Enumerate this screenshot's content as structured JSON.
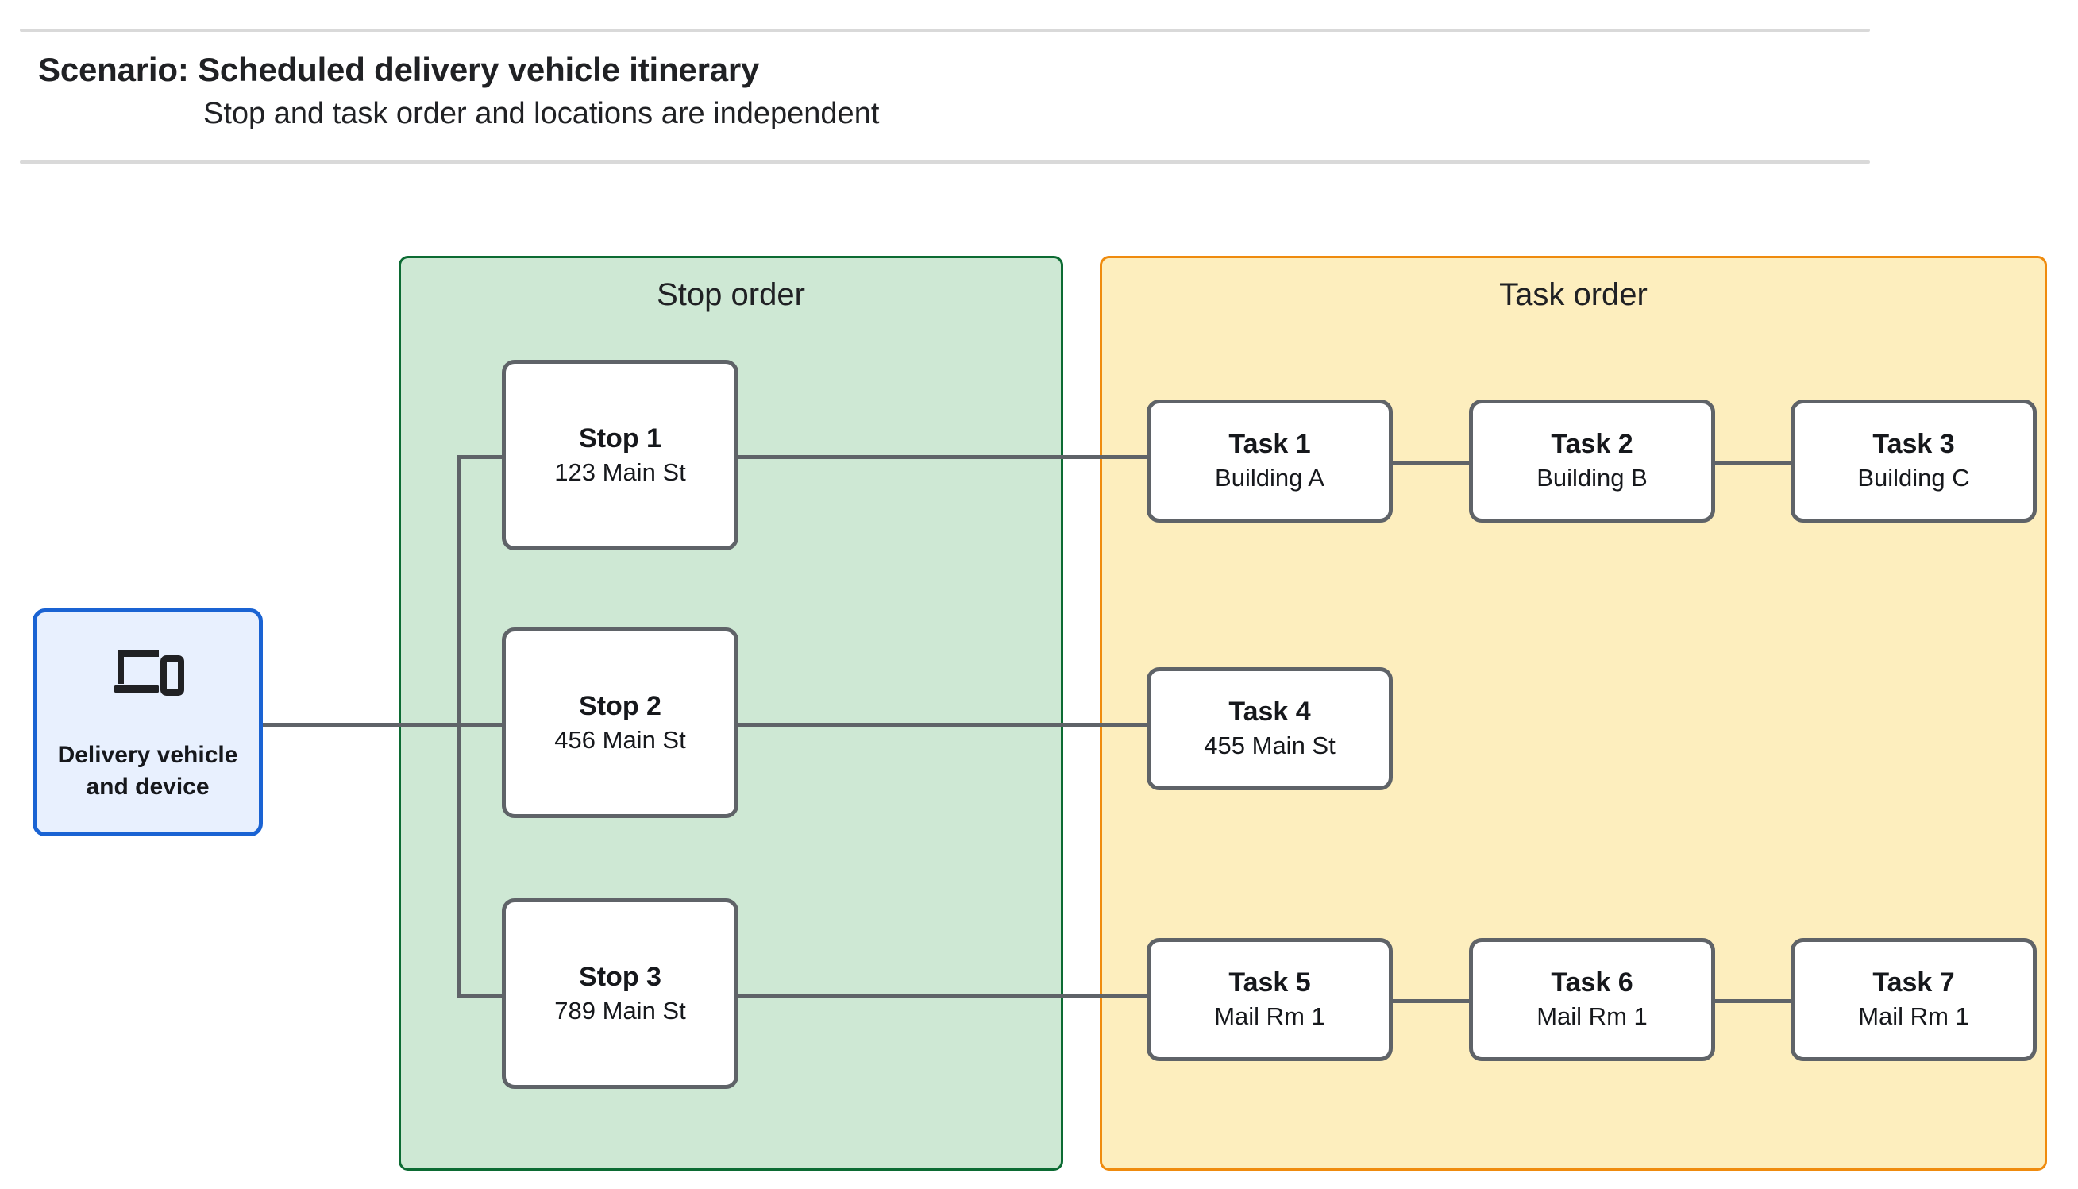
{
  "header": {
    "title": "Scenario: Scheduled delivery vehicle itinerary",
    "subtitle": "Stop and task order and locations are independent"
  },
  "vehicle": {
    "label": "Delivery vehicle\nand device",
    "icon": "devices-icon",
    "fill_color": "#e8f0fe",
    "border_color": "#1a63d3"
  },
  "groups": {
    "stop": {
      "title": "Stop order",
      "fill_color": "#cee8d4",
      "border_color": "#0c6b33"
    },
    "task": {
      "title": "Task order",
      "fill_color": "#fdeebe",
      "border_color": "#ef8b0e"
    }
  },
  "stops": [
    {
      "title": "Stop 1",
      "subtitle": "123 Main St"
    },
    {
      "title": "Stop 2",
      "subtitle": "456 Main St"
    },
    {
      "title": "Stop 3",
      "subtitle": "789 Main St"
    }
  ],
  "tasks": [
    {
      "title": "Task 1",
      "subtitle": "Building A"
    },
    {
      "title": "Task 2",
      "subtitle": "Building B"
    },
    {
      "title": "Task 3",
      "subtitle": "Building C"
    },
    {
      "title": "Task 4",
      "subtitle": "455 Main St"
    },
    {
      "title": "Task 5",
      "subtitle": "Mail Rm 1"
    },
    {
      "title": "Task 6",
      "subtitle": "Mail Rm 1"
    },
    {
      "title": "Task 7",
      "subtitle": "Mail Rm 1"
    }
  ],
  "node_style": {
    "fill_color": "#ffffff",
    "border_color": "#5f6368",
    "connector_color": "#5f6368"
  }
}
